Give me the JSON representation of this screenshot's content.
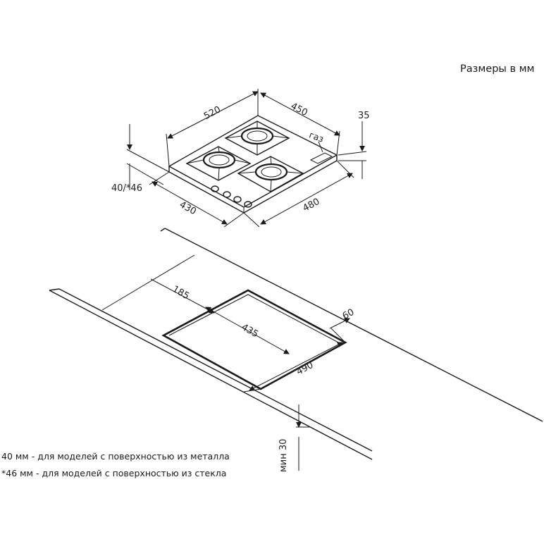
{
  "units_label": "Размеры в мм",
  "hob": {
    "dim_depth": "520",
    "dim_width": "450",
    "dim_height": "35",
    "dim_thickness": "40/*46",
    "dim_front_width": "430",
    "dim_front_depth": "480",
    "gas_label": "газ"
  },
  "cutout": {
    "dim_offset": "185",
    "dim_cut_width": "435",
    "dim_cut_depth": "490",
    "dim_edge": "60",
    "dim_min_thickness": "мин 30"
  },
  "notes": [
    "40 мм - для моделей с поверхностью из металла",
    "*46 мм - для моделей с поверхностью из стекла"
  ]
}
